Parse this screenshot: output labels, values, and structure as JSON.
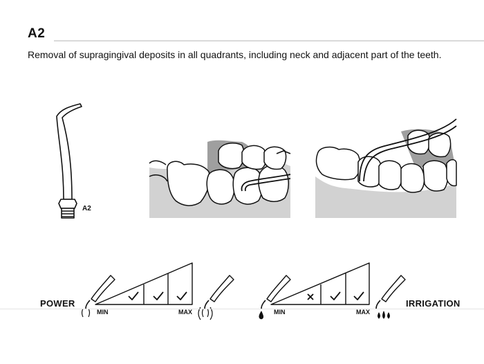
{
  "section": {
    "code": "A2",
    "description": "Removal of supragingival deposits in all quadrants, including neck and adjacent part of the teeth."
  },
  "tip": {
    "label": "A2"
  },
  "power": {
    "label": "POWER",
    "min_label": "MIN",
    "max_label": "MAX",
    "levels": [
      "check",
      "check",
      "check"
    ]
  },
  "irrigation": {
    "label": "IRRIGATION",
    "min_label": "MIN",
    "max_label": "MAX",
    "levels": [
      "cross",
      "check",
      "check"
    ]
  }
}
